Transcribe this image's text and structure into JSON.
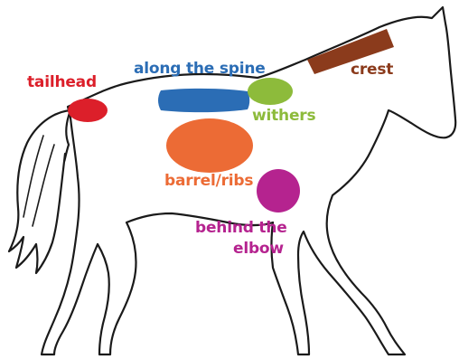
{
  "regions": [
    {
      "key": "tailhead",
      "label": "tailhead",
      "color": "#dc1f2a"
    },
    {
      "key": "spine",
      "label": "along the spine",
      "color": "#2b6db5"
    },
    {
      "key": "withers",
      "label": "withers",
      "color": "#8dbb3b"
    },
    {
      "key": "crest",
      "label": "crest",
      "color": "#8b3b1c"
    },
    {
      "key": "ribs",
      "label": "barrel/ribs",
      "color": "#ec6b35"
    },
    {
      "key": "elbow",
      "label_line1": "behind the",
      "label_line2": "elbow",
      "color": "#b5238f"
    }
  ],
  "outline_color": "#1a1a1a"
}
